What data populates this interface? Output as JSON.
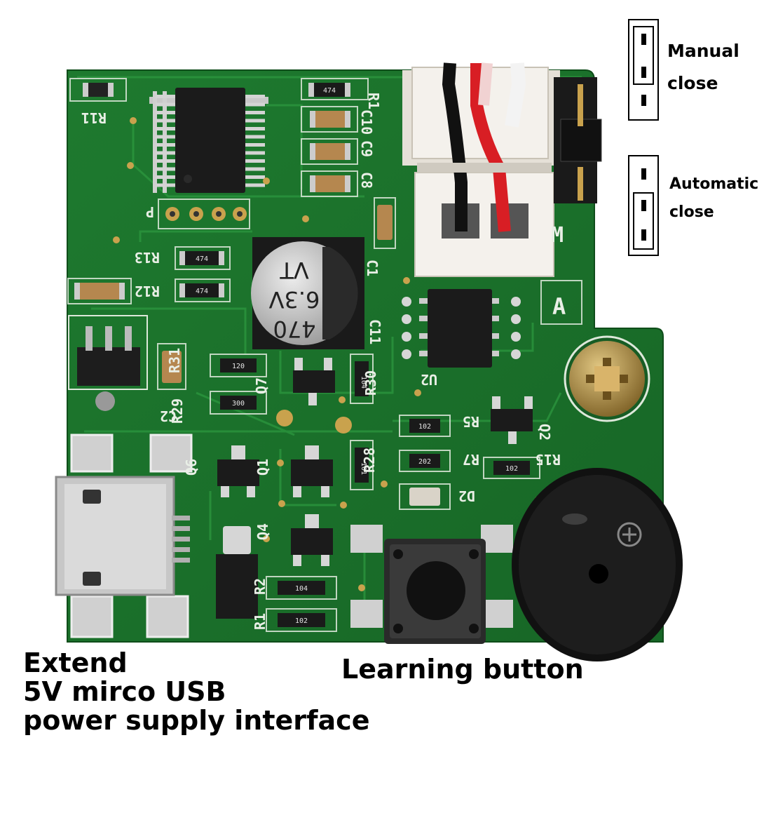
{
  "labels": {
    "manual_close": [
      "Manual",
      "close"
    ],
    "automatic_close": [
      "Automatic",
      "close"
    ],
    "usb": [
      "Extend",
      "5V mirco USB",
      "power supply interface"
    ],
    "learning_button": "Learning button"
  },
  "silkscreen": {
    "r11": "R11",
    "r1": "R1",
    "c10": "C10",
    "c9": "C9",
    "c8": "C8",
    "p": "P",
    "r13": "R13",
    "r12": "R12",
    "c1": "C1",
    "c11": "C11",
    "r31": "R31",
    "r29": "R29",
    "c2": "C2",
    "q7": "Q7",
    "r30": "R30",
    "u2": "U2",
    "r5": "R5",
    "q2": "Q2",
    "r7": "R7",
    "r15": "R15",
    "r28": "R28",
    "d2": "D2",
    "q6": "Q6",
    "q1": "Q1",
    "q4": "Q4",
    "r2": "R2",
    "r1b": "R1",
    "m": "M",
    "a": "A"
  },
  "capacitor": {
    "line1": "470",
    "line2": "6.3V",
    "line3": "VT"
  },
  "resistor_codes": {
    "r_474": "474",
    "r_474b": "474",
    "r_474c": "474",
    "r_120": "120",
    "r_300": "300",
    "r_104": "104",
    "r_102a": "102",
    "r_202": "202",
    "r_102b": "102",
    "r_101": "101",
    "r_104b": "104",
    "r_102c": "102"
  },
  "colors": {
    "pcb_green": "#1f7a2e",
    "pcb_dark": "#125c1f",
    "silkscreen": "#e9efe6",
    "connector_white": "#f4f1ec",
    "wire_red": "#d81e24",
    "wire_black": "#111111",
    "chip_black": "#1b1b1b",
    "metal": "#d0d0d0",
    "brass": "#b7913f"
  }
}
